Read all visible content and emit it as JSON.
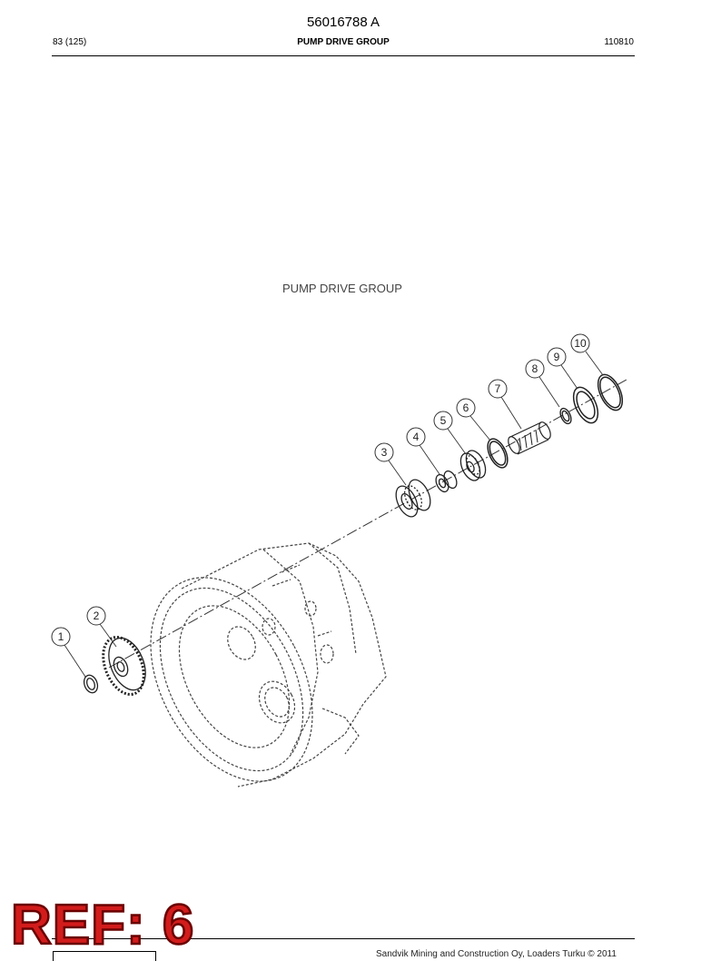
{
  "document": {
    "number": "56016788 A",
    "page": "83 (125)",
    "section_title": "PUMP DRIVE GROUP",
    "date_code": "110810"
  },
  "drawing": {
    "title": "PUMP DRIVE GROUP",
    "callouts": [
      "1",
      "2",
      "3",
      "4",
      "5",
      "6",
      "7",
      "8",
      "9",
      "10"
    ]
  },
  "stamp": {
    "text": "REF: 6"
  },
  "footer": {
    "copyright": "Sandvik Mining and Construction Oy, Loaders Turku © 2011"
  }
}
